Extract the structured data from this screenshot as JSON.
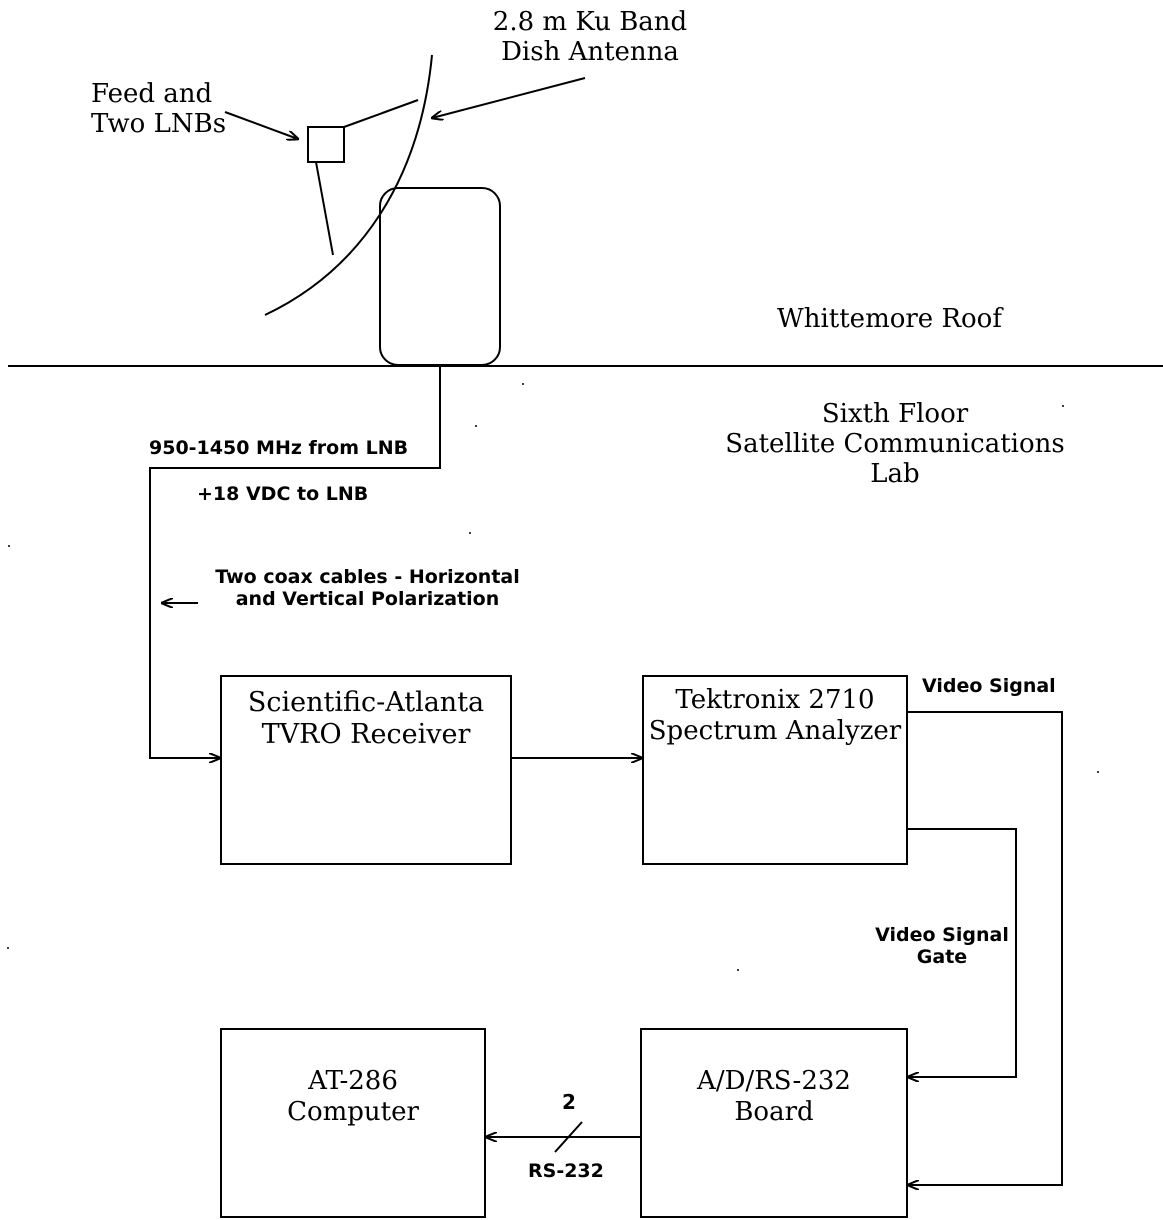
{
  "antenna": {
    "title_line1": "2.8 m Ku Band",
    "title_line2": "Dish Antenna",
    "feed_line1": "Feed and",
    "feed_line2": "Two LNBs"
  },
  "zones": {
    "roof": "Whittemore Roof",
    "lab_line1": "Sixth Floor",
    "lab_line2": "Satellite Communications",
    "lab_line3": "Lab"
  },
  "cable_labels": {
    "frequency": "950-1450 MHz from LNB",
    "dc_power": "+18 VDC to LNB",
    "coax_line1": "Two coax cables - Horizontal",
    "coax_line2": "and Vertical Polarization"
  },
  "blocks": {
    "receiver_line1": "Scientific-Atlanta",
    "receiver_line2": "TVRO Receiver",
    "analyzer_line1": "Tektronix 2710",
    "analyzer_line2": "Spectrum Analyzer",
    "computer_line1": "AT-286",
    "computer_line2": "Computer",
    "board_line1": "A/D/RS-232",
    "board_line2": "Board"
  },
  "signals": {
    "video": "Video Signal",
    "gate_line1": "Video Signal",
    "gate_line2": "Gate",
    "bus_width": "2",
    "bus_name": "RS-232"
  }
}
